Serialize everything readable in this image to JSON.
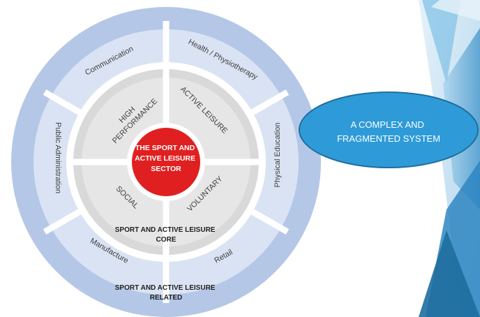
{
  "center": {
    "line1": "THE SPORT AND",
    "line2": "ACTIVE LEISURE",
    "line3": "SECTOR"
  },
  "core_segments": [
    {
      "line1": "HIGH",
      "line2": "PERFORMANCE"
    },
    {
      "line1": "ACTIVE LEISURE",
      "line2": ""
    },
    {
      "line1": "VOLUNTARY",
      "line2": ""
    },
    {
      "line1": "SOCIAL",
      "line2": ""
    }
  ],
  "core_label": {
    "line1": "SPORT AND ACTIVE LEISURE",
    "line2": "CORE"
  },
  "related_segments": [
    "Communication",
    "Health / Physiotherapy",
    "Physical Education",
    "Retail",
    "Manufacture",
    "Public Administration"
  ],
  "related_label": {
    "line1": "SPORT AND ACTIVE LEISURE",
    "line2": "RELATED"
  },
  "callout": {
    "line1": "A COMPLEX  AND",
    "line2": "FRAGMENTED SYSTEM"
  },
  "colors": {
    "outer_ring": "#b4c7e7",
    "segment_ring": "#dae3f3",
    "core_ring": "#d9d9d9",
    "center": "#e02020",
    "callout": "#2e9bd8",
    "accent_dark": "#1f6e9e"
  }
}
